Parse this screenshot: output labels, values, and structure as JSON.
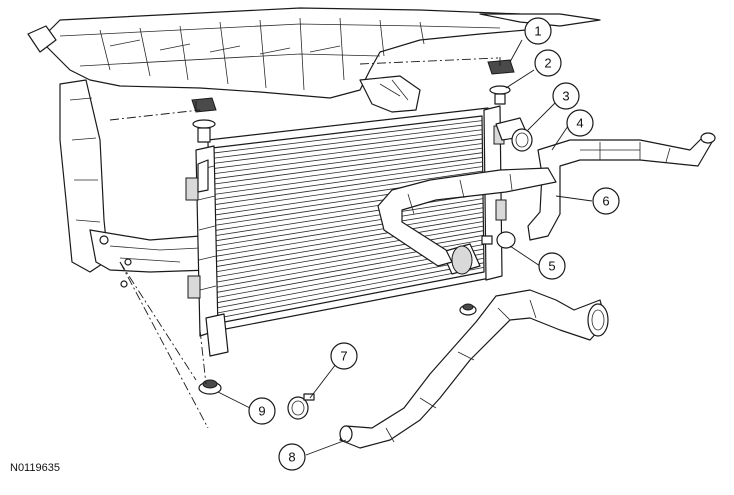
{
  "diagram": {
    "reference_code": "N0119635",
    "callouts": [
      {
        "id": 1,
        "label": "1"
      },
      {
        "id": 2,
        "label": "2"
      },
      {
        "id": 3,
        "label": "3"
      },
      {
        "id": 4,
        "label": "4"
      },
      {
        "id": 5,
        "label": "5"
      },
      {
        "id": 6,
        "label": "6"
      },
      {
        "id": 7,
        "label": "7"
      },
      {
        "id": 8,
        "label": "8"
      },
      {
        "id": 9,
        "label": "9"
      }
    ],
    "colors": {
      "line": "#1a1a1a",
      "background": "#ffffff",
      "shade": "#d9d9d9"
    }
  }
}
